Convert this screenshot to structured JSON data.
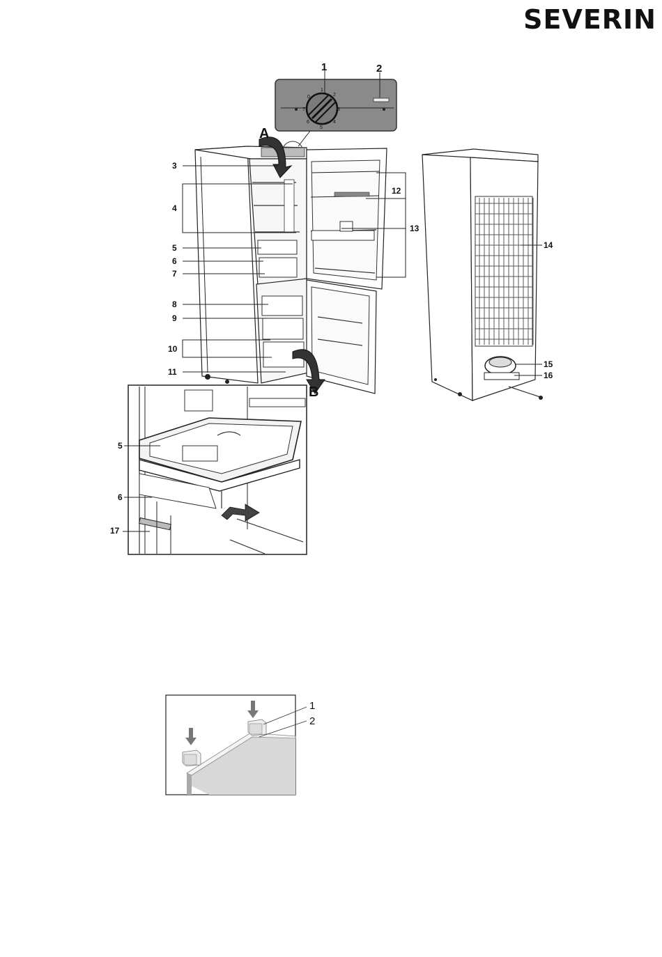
{
  "brand": "SEVERIN",
  "control_panel": {
    "labels": [
      "1",
      "2"
    ],
    "dial_numbers": [
      "0",
      "1",
      "2",
      "3",
      "4",
      "5",
      "6",
      "7"
    ]
  },
  "arrows": {
    "a": "A",
    "b": "B"
  },
  "front_labels": [
    "3",
    "4",
    "5",
    "6",
    "7",
    "8",
    "9",
    "10",
    "11",
    "12",
    "13"
  ],
  "back_labels": [
    "14",
    "15",
    "16"
  ],
  "drawer_labels": [
    "5",
    "6",
    "17"
  ],
  "spacer_labels": [
    "1",
    "2"
  ]
}
